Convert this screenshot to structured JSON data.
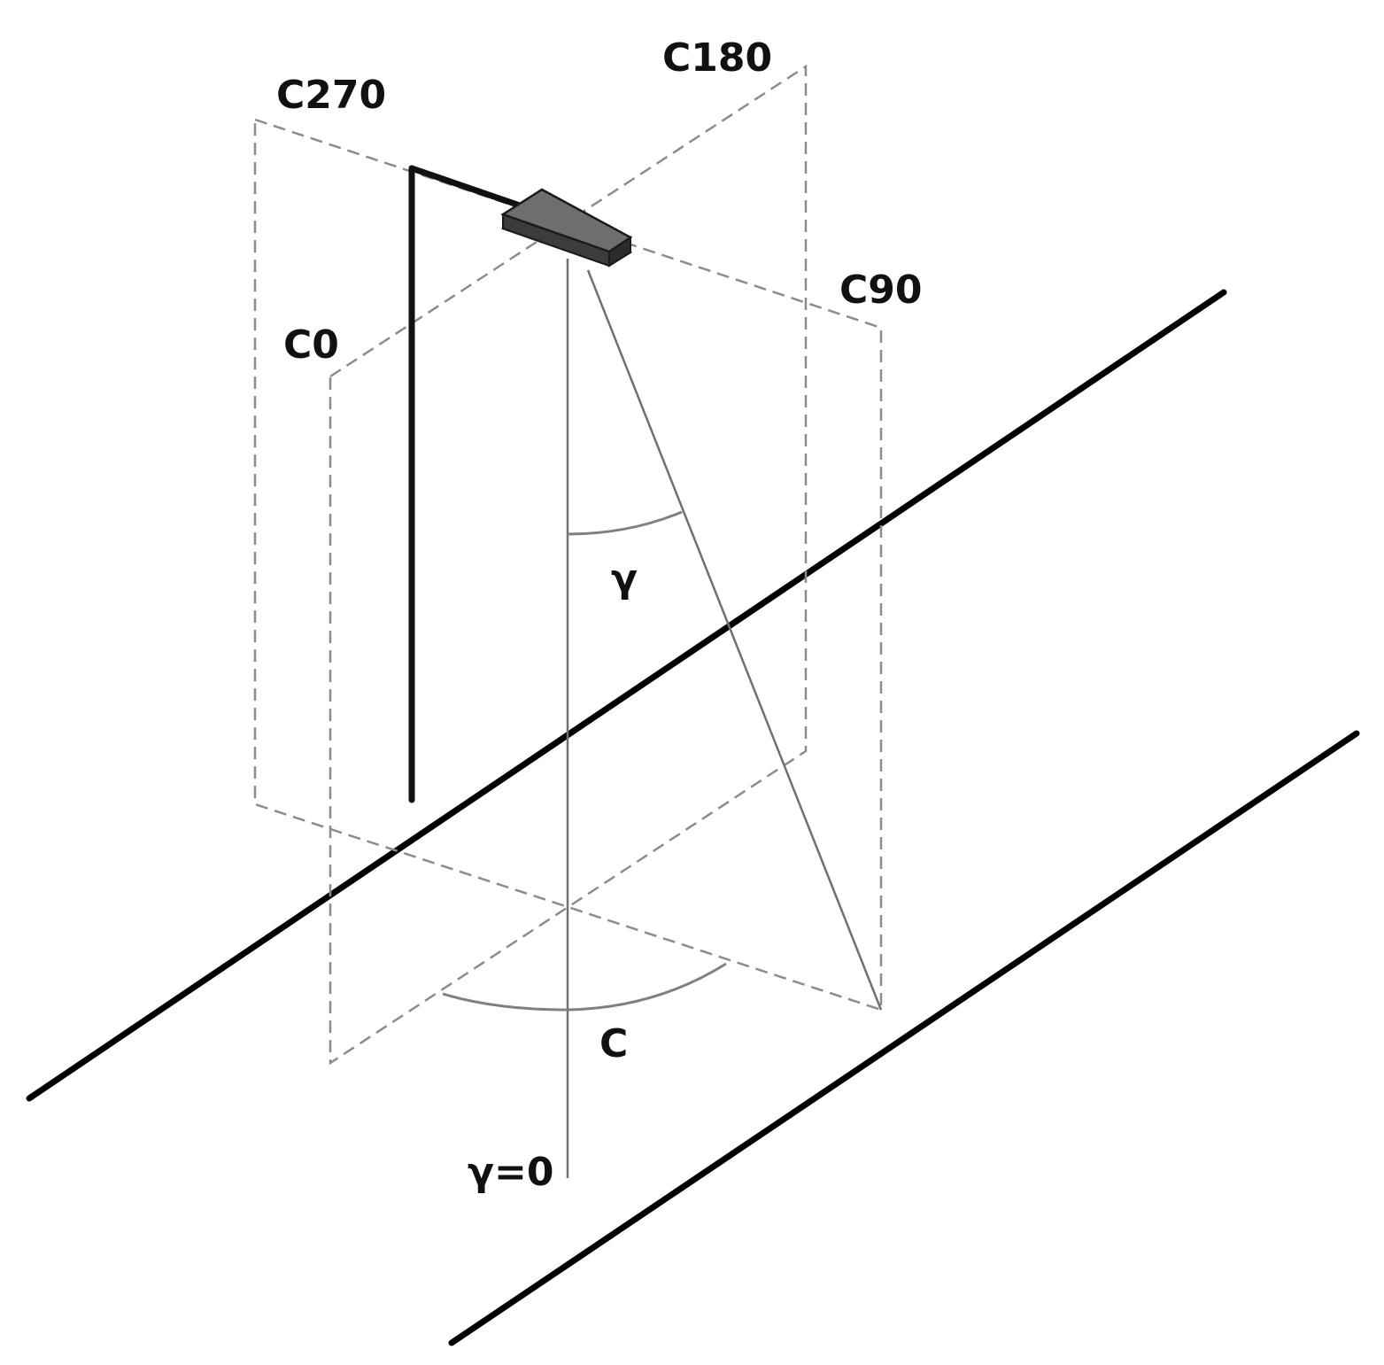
{
  "labels": {
    "c0": "C0",
    "c90": "C90",
    "c180": "C180",
    "c270": "C270",
    "gamma": "γ",
    "c_angle": "C",
    "gamma_zero": "γ=0"
  }
}
